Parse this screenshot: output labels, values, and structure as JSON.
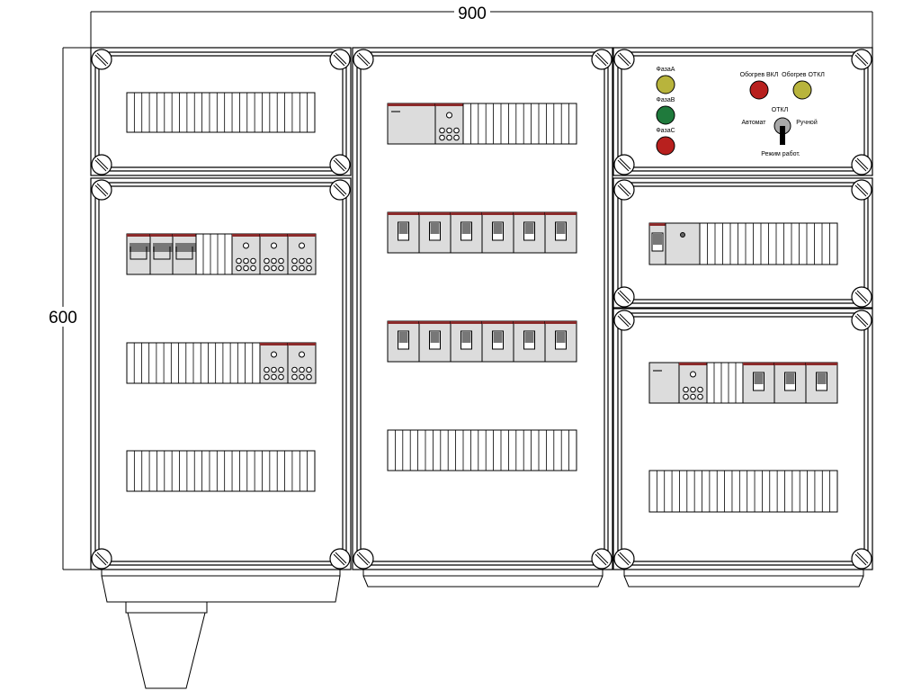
{
  "dimensions": {
    "width_label": "900",
    "height_label": "600"
  },
  "control_panel": {
    "lamps": [
      {
        "label": "ФазаA",
        "color": "#b8b43c"
      },
      {
        "label": "ФазаB",
        "color": "#1f7a3c"
      },
      {
        "label": "ФазаC",
        "color": "#b8201e"
      }
    ],
    "heating_buttons": [
      {
        "label": "Обогрев ВКЛ",
        "color": "#b8201e"
      },
      {
        "label": "Обогрев ОТКЛ",
        "color": "#b8b43c"
      }
    ],
    "switch": {
      "off_label": "ОТКЛ",
      "auto_label": "Автомат",
      "manual_label": "Ручной",
      "caption": "Режим работ."
    }
  },
  "colors": {
    "module_fill": "#dcdcdc",
    "module_top": "#8b2a2a",
    "handle": "#777777"
  }
}
